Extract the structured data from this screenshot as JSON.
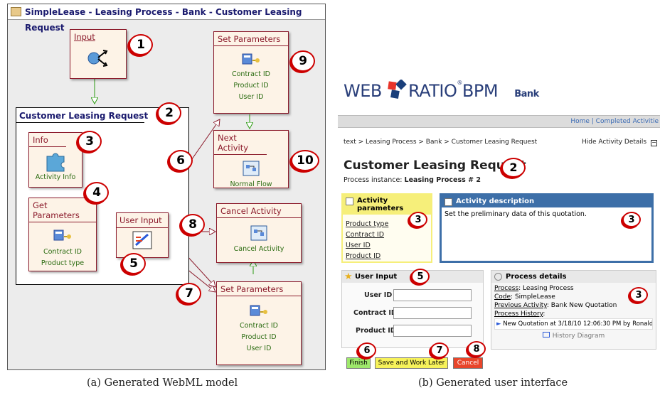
{
  "left_panel": {
    "title": "SimpleLease - Leasing Process - Bank - Customer Leasing Request",
    "area_title": "Customer Leasing Request",
    "units": {
      "input": {
        "title": "Input"
      },
      "info": {
        "title": "Info",
        "label": "Activity Info"
      },
      "get_parameters": {
        "title": "Get Parameters",
        "fields": [
          "Contract ID",
          "Product type"
        ]
      },
      "user_input": {
        "title": "User Input"
      },
      "set_parameters_top": {
        "title": "Set Parameters",
        "fields": [
          "Contract ID",
          "Product ID",
          "User ID"
        ]
      },
      "next_activity": {
        "title": "Next Activity",
        "label": "Normal Flow"
      },
      "cancel_activity": {
        "title": "Cancel Activity",
        "label": "Cancel Activity"
      },
      "set_parameters_bottom": {
        "title": "Set Parameters",
        "fields": [
          "Contract ID",
          "Product ID",
          "User ID"
        ]
      }
    },
    "callouts": [
      "1",
      "2",
      "3",
      "4",
      "5",
      "6",
      "7",
      "8",
      "9",
      "10"
    ]
  },
  "right_panel": {
    "logo_text": "WEB",
    "logo_text2": "RATIO",
    "logo_text3": "BPM",
    "logo_sub": "Bank",
    "nav": "Home | Completed Activitie",
    "breadcrumb": "text > Leasing Process > Bank > Customer Leasing Request",
    "hide_details": "Hide Activity Details",
    "page_title": "Customer Leasing Request",
    "process_instance_label": "Process instance:",
    "process_instance_value": "Leasing Process # 2",
    "activity_parameters": {
      "title": "Activity parameters",
      "items": [
        "Product type",
        "Contract ID",
        "User ID",
        "Product ID"
      ]
    },
    "activity_description": {
      "title": "Activity description",
      "text": "Set the preliminary data of this quotation."
    },
    "user_input": {
      "title": "User Input",
      "fields": [
        {
          "label": "User ID",
          "value": ""
        },
        {
          "label": "Contract ID",
          "value": ""
        },
        {
          "label": "Product ID",
          "value": ""
        }
      ]
    },
    "process_details": {
      "title": "Process details",
      "process_label": "Process",
      "process_value": ": Leasing Process",
      "code_label": "Code",
      "code_value": ": SimpleLease",
      "prev_label": "Previous Activity",
      "prev_value": ": Bank New Quotation",
      "history_label": "Process History",
      "history_item": "New Quotation at 3/18/10 12:06:30 PM by Ronald ...",
      "diagram_link": "History Diagram"
    },
    "buttons": {
      "finish": "Finish",
      "save": "Save and Work Later",
      "cancel": "Cancel"
    },
    "callouts": {
      "c2": "2",
      "c3a": "3",
      "c3b": "3",
      "c3c": "3",
      "c5": "5",
      "c6": "6",
      "c7": "7",
      "c8": "8"
    }
  },
  "captions": {
    "left": "(a) Generated WebML model",
    "right": "(b) Generated user interface"
  },
  "colors": {
    "unit_border": "#8b1a2b",
    "unit_bg": "#fdf3e7",
    "field_text": "#2a6b10",
    "callout_ring": "#cc0000",
    "desc_box": "#3d6fa8",
    "params_box": "#f6ef7a",
    "finish_btn": "#9ee86b",
    "save_btn": "#f7f25a",
    "cancel_btn": "#e8452a"
  }
}
